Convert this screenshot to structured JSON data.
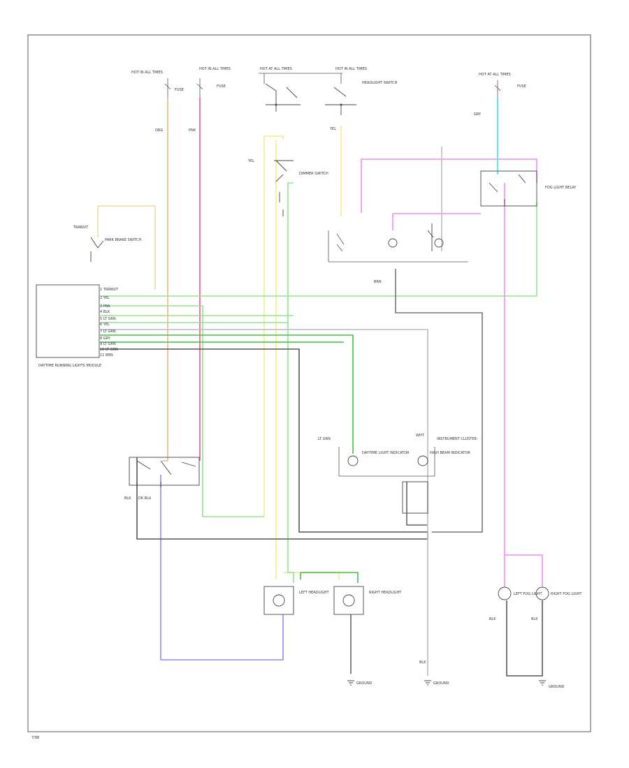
{
  "colors": {
    "orange": "#f7b27a",
    "pink_red": "#ff4f86",
    "yellow": "#f4ec8c",
    "light_green": "#8ee88e",
    "green": "#3ec63e",
    "pink": "#f08cf0",
    "cyan": "#33e6f2",
    "dark_gray": "#555555",
    "light_gray": "#aaaaaa",
    "blue": "#8e8ef0",
    "tan": "#f0d8a0"
  },
  "labels": {
    "hot_in_run_1": "HOT IN ALL TIMES",
    "hot_in_run_2": "HOT IN ALL TIMES",
    "hot_in_run_3": "HOT AT ALL TIMES",
    "hot_in_run_4": "HOT IN ALL TIMES",
    "hot_at_all_times": "HOT AT ALL TIMES",
    "fuse_1": "FUSE",
    "fuse_2": "FUSE",
    "fuse_3": "FUSE",
    "headlight_switch": "HEADLIGHT SWITCH",
    "dimmer_switch": "DIMMER SWITCH",
    "fog_light_relay": "FOG LIGHT RELAY",
    "module_title": "DAYTIME RUNNING LIGHTS MODULE",
    "module_pin_1": "1 TRANSIT",
    "module_pin_2": "2 YEL",
    "module_pin_3": "3 PNK",
    "module_pin_4": "4 BLK",
    "module_pin_5": "5 LT GRN",
    "module_pin_6": "6 YEL",
    "module_pin_7": "7 LT GRN",
    "module_pin_8": "8 GRY",
    "module_pin_9": "9 LT GRN",
    "module_pin_10": "10 LT GRN",
    "module_pin_11": "11 BRN",
    "park_brake_switch": "PARK BRAKE SWITCH",
    "transit": "TRANSIT",
    "instrument_cluster": "INSTRUMENT CLUSTER",
    "daytime_light_indicator": "DAYTIME LIGHT INDICATOR",
    "high_beam_indicator": "HIGH BEAM INDICATOR",
    "left_headlight": "LEFT HEADLIGHT",
    "right_headlight": "RIGHT HEADLIGHT",
    "left_fog_light": "LEFT FOG LIGHT",
    "right_fog_light": "RIGHT FOG LIGHT",
    "ground_1": "GROUND",
    "ground_2": "GROUND",
    "ground_3": "GROUND",
    "wire_org": "ORG",
    "wire_pnk": "PNK",
    "wire_yel": "YEL",
    "wire_lt_grn": "LT GRN",
    "wire_blk": "BLK",
    "wire_wht": "WHT",
    "wire_brn": "BRN",
    "wire_dk_blu": "DK BLU",
    "wire_gry": "GRY",
    "footer": "7/98"
  }
}
